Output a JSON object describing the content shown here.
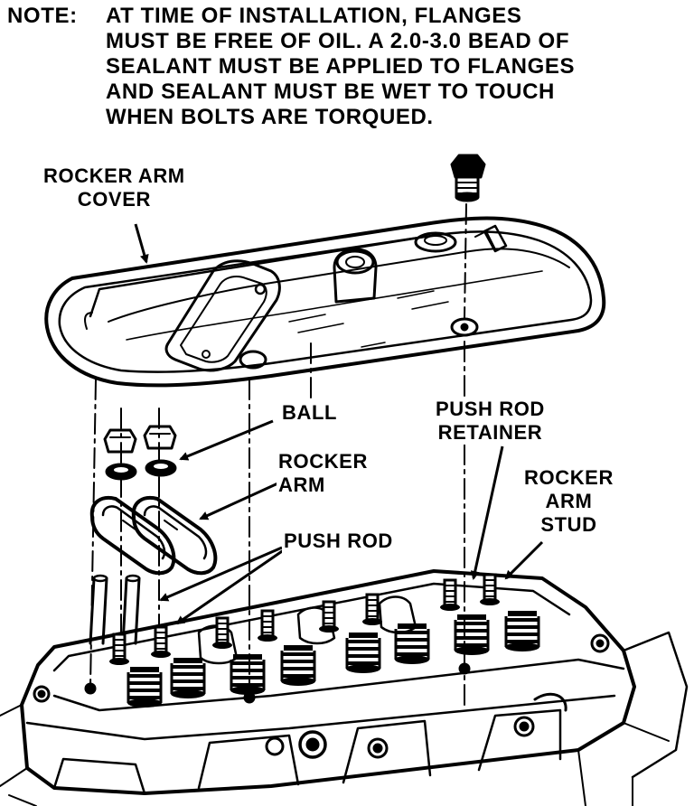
{
  "note": {
    "heading": "NOTE:",
    "lines": [
      "AT TIME OF INSTALLATION, FLANGES",
      "MUST BE FREE OF OIL. A 2.0-3.0 BEAD OF",
      "SEALANT MUST BE APPLIED TO FLANGES",
      "AND SEALANT MUST BE WET TO TOUCH",
      "WHEN BOLTS ARE TORQUED."
    ]
  },
  "labels": {
    "rocker_arm_cover": [
      "ROCKER ARM",
      "COVER"
    ],
    "ball": "BALL",
    "rocker_arm": [
      "ROCKER",
      "ARM"
    ],
    "push_rod": "PUSH ROD",
    "push_rod_retainer": [
      "PUSH ROD",
      "RETAINER"
    ],
    "rocker_arm_stud": [
      "ROCKER",
      "ARM",
      "STUD"
    ]
  },
  "colors": {
    "ink": "#000000",
    "paper": "#ffffff"
  }
}
